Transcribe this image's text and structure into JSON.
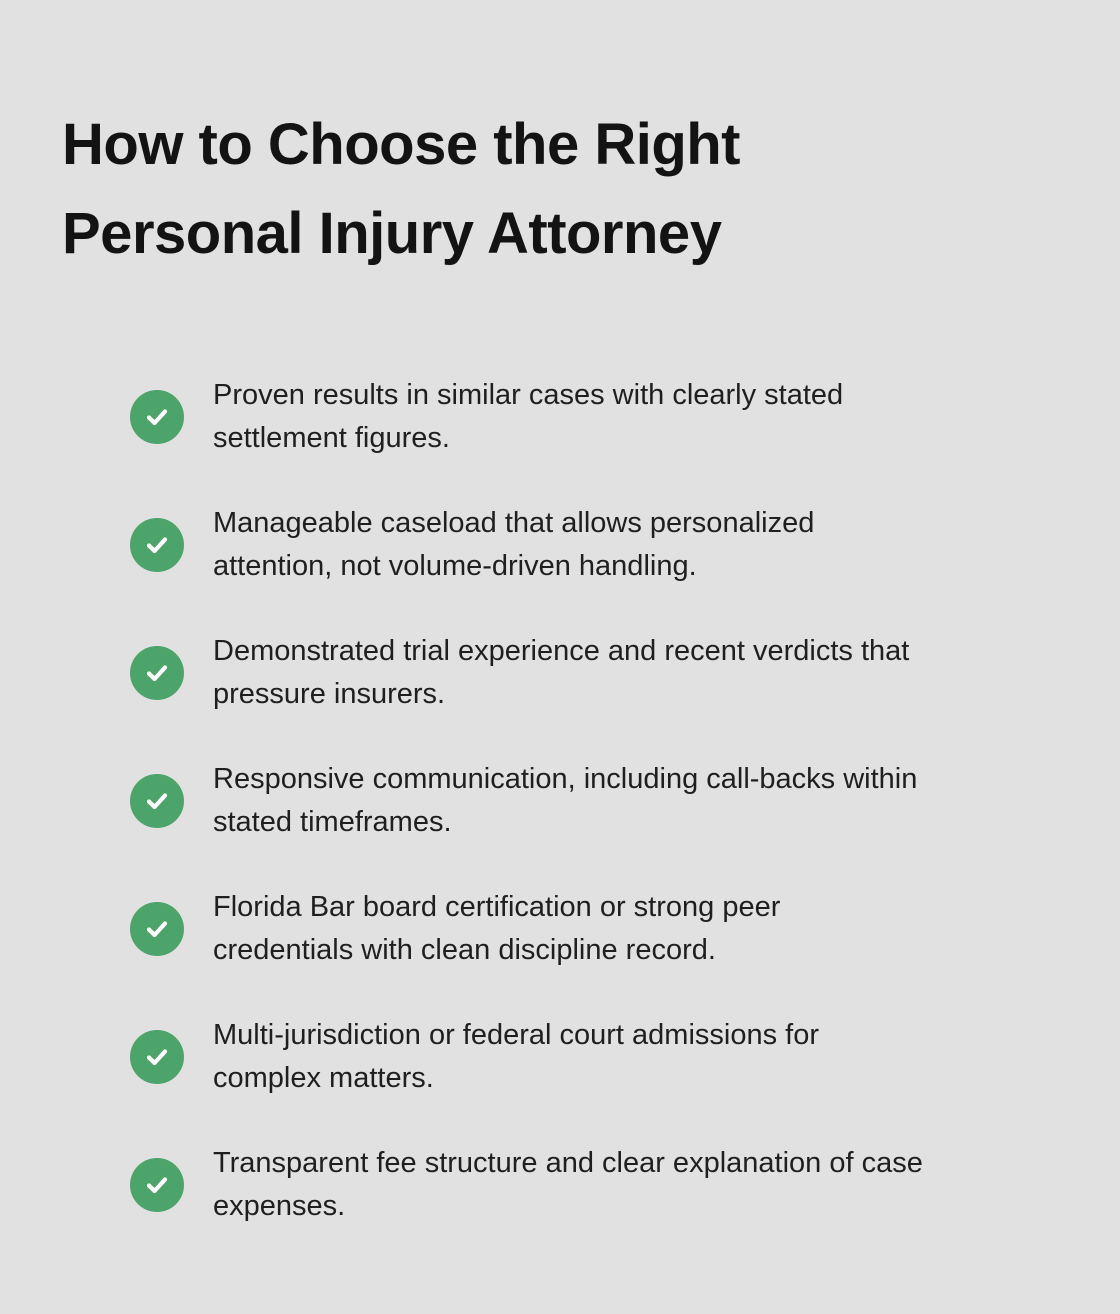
{
  "title": {
    "line1": "How to Choose the Right",
    "line2": "Personal Injury Attorney"
  },
  "checklist": {
    "icon": "check-circle",
    "icon_color": "#4da46a",
    "check_color": "#ffffff",
    "items": [
      {
        "line1": "Proven results in similar cases with clearly stated",
        "line2": "settlement figures."
      },
      {
        "line1": "Manageable caseload that allows personalized",
        "line2": "attention, not volume-driven handling."
      },
      {
        "line1": "Demonstrated trial experience and recent verdicts that",
        "line2": "pressure insurers."
      },
      {
        "line1": "Responsive communication, including call-backs within",
        "line2": "stated timeframes."
      },
      {
        "line1": "Florida Bar board certification or strong peer",
        "line2": "credentials with clean discipline record."
      },
      {
        "line1": "Multi-jurisdiction or federal court admissions for",
        "line2": "complex matters."
      },
      {
        "line1": "Transparent fee structure and clear explanation of case",
        "line2": "expenses."
      }
    ]
  },
  "colors": {
    "background": "#e0e1e0",
    "title_text": "#131313",
    "body_text": "#1f1f1f",
    "accent_green": "#4da46a"
  }
}
